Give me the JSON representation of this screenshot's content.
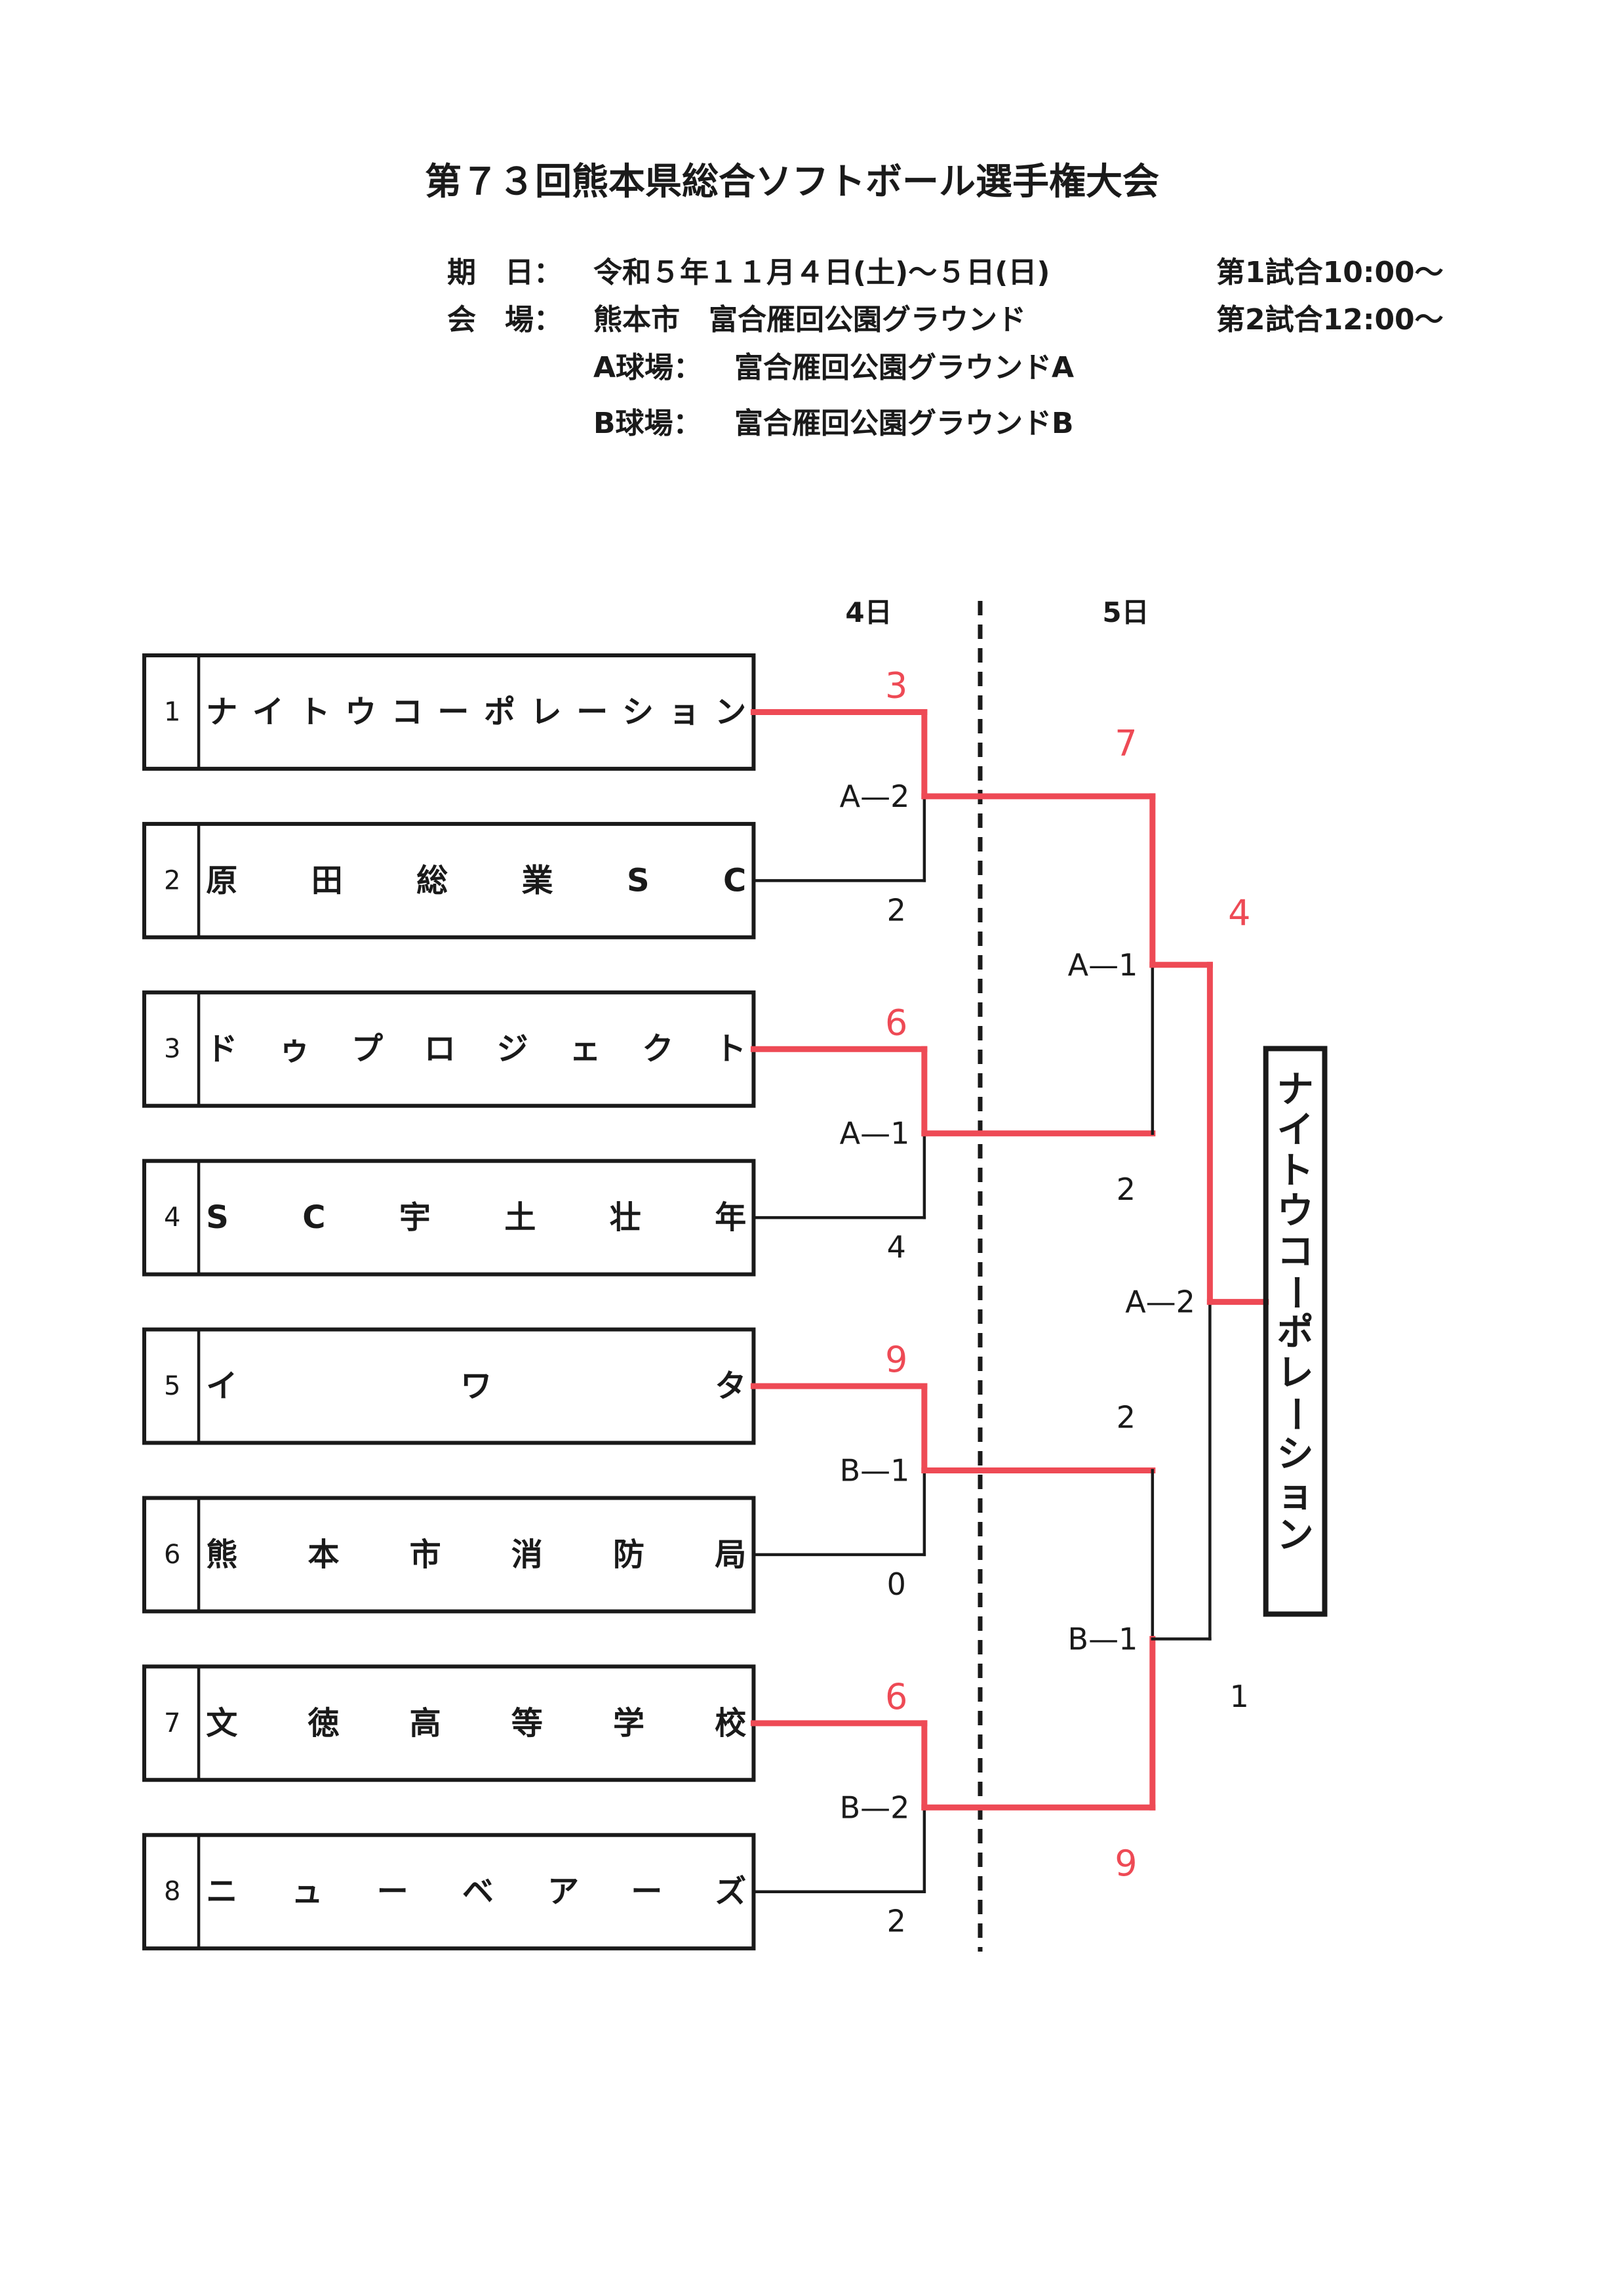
{
  "title": "第７３回熊本県総合ソフトボール選手権大会",
  "info": {
    "date_label": "期　日：",
    "date": "令和５年１１月４日(土)～５日(日)",
    "venue_label": "会　場：",
    "venue": "熊本市　富合雁回公園グラウンド",
    "field_a_label": "A球場：",
    "field_a": "富合雁回公園グラウンドA",
    "field_b_label": "B球場：",
    "field_b": "富合雁回公園グラウンドB",
    "schedule_1": "第1試合10:00～",
    "schedule_2": "第2試合12:00～"
  },
  "days": {
    "day1": "4日",
    "day2": "5日"
  },
  "colors": {
    "winner_line": "#ee4a55",
    "line": "#1a1a1a"
  },
  "teams": [
    {
      "seed": "1",
      "name": "ナイトウコーポレーション"
    },
    {
      "seed": "2",
      "name": "原田総業SC"
    },
    {
      "seed": "3",
      "name": "ドゥプロジェクト"
    },
    {
      "seed": "4",
      "name": "SC宇土壮年"
    },
    {
      "seed": "5",
      "name": "イワタ"
    },
    {
      "seed": "6",
      "name": "熊本市消防局"
    },
    {
      "seed": "7",
      "name": "文徳高等学校"
    },
    {
      "seed": "8",
      "name": "ニューベアーズ"
    }
  ],
  "round1": [
    {
      "court": "A—2",
      "top_score": "3",
      "bottom_score": "2",
      "winner": "top"
    },
    {
      "court": "A—1",
      "top_score": "6",
      "bottom_score": "4",
      "winner": "top"
    },
    {
      "court": "B—1",
      "top_score": "9",
      "bottom_score": "0",
      "winner": "top"
    },
    {
      "court": "B—2",
      "top_score": "6",
      "bottom_score": "2",
      "winner": "top"
    }
  ],
  "round2": [
    {
      "court": "A—1",
      "top_score": "7",
      "bottom_score": "2",
      "winner": "top"
    },
    {
      "court": "B—1",
      "top_score": "2",
      "bottom_score": "9",
      "winner": "bottom"
    }
  ],
  "final": {
    "court": "A—2",
    "top_score": "4",
    "bottom_score": "1",
    "winner": "top"
  },
  "champion": "ナイトウコーポレーション"
}
